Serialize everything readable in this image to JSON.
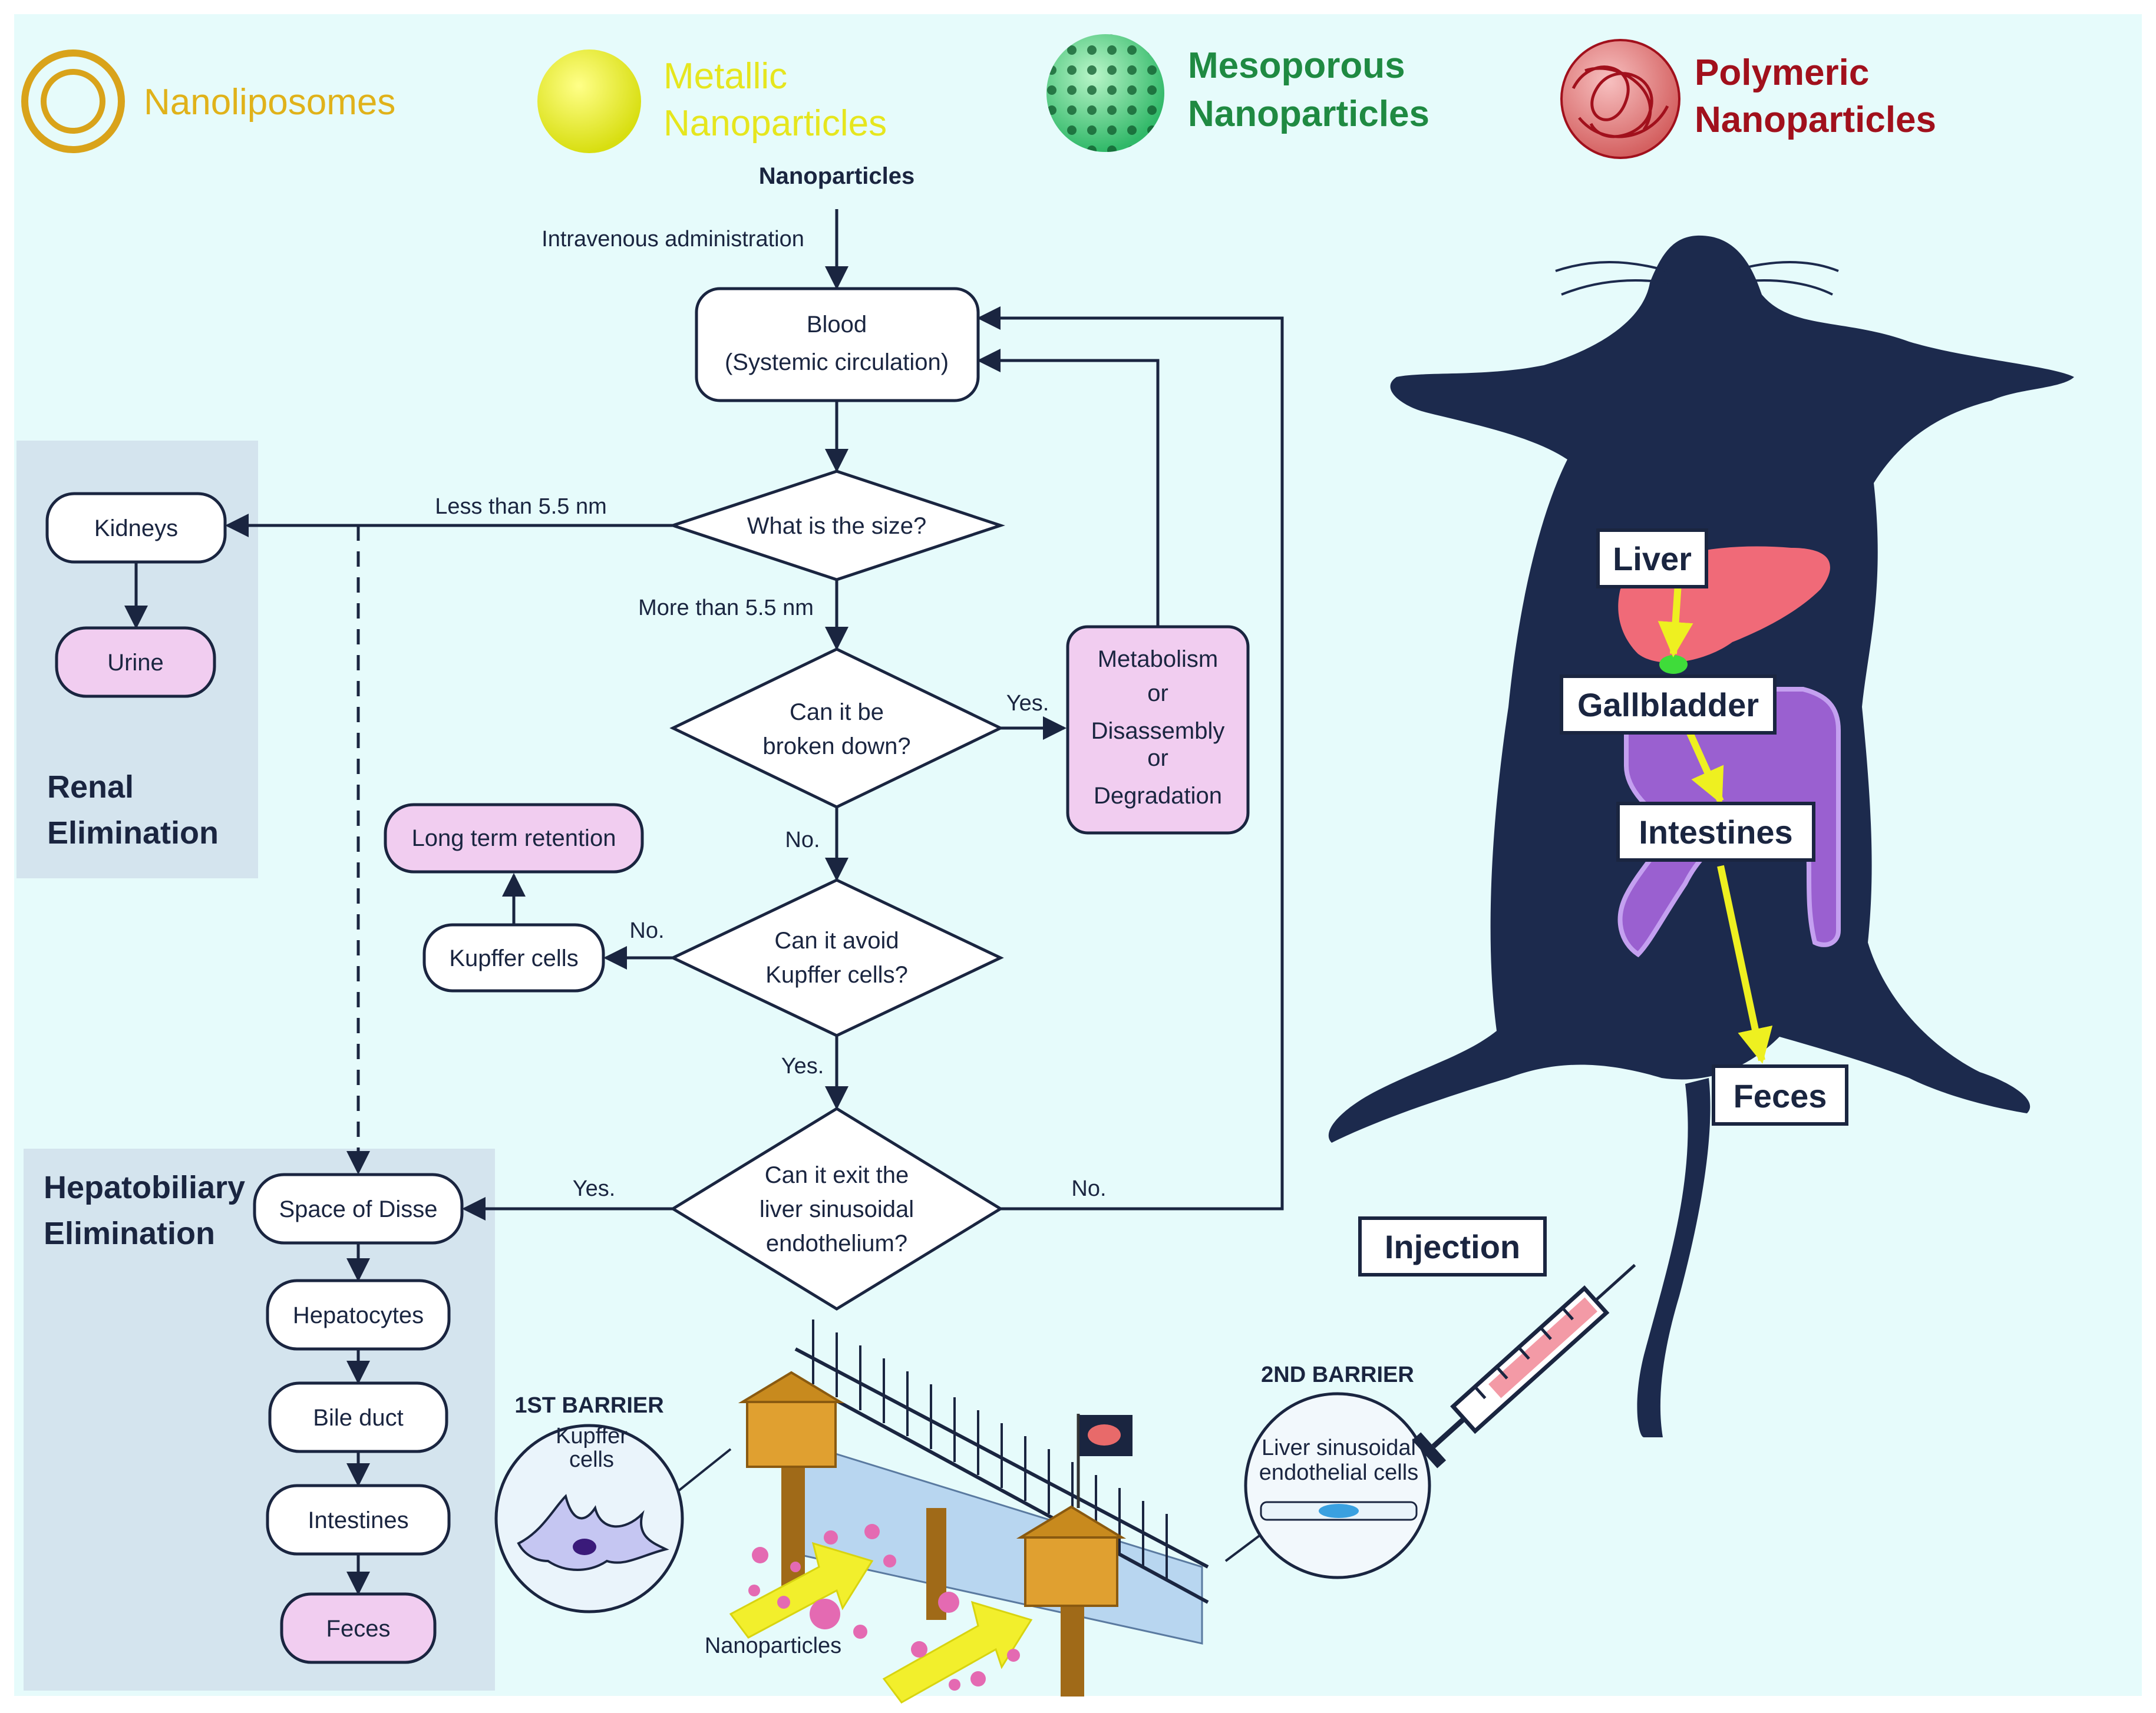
{
  "legend": {
    "nanoliposomes": {
      "label": "Nanoliposomes",
      "color": "#e0b21a"
    },
    "metallic": {
      "line1": "Metallic",
      "line2": "Nanoparticles",
      "color": "#e6e61e"
    },
    "mesoporous": {
      "line1": "Mesoporous",
      "line2": "Nanoparticles",
      "color": "#1f8a42"
    },
    "polymeric": {
      "line1": "Polymeric",
      "line2": "Nanoparticles",
      "color": "#a1101c"
    }
  },
  "flow": {
    "top_label": "Nanoparticles",
    "iv_label": "Intravenous administration",
    "blood_line1": "Blood",
    "blood_line2": "(Systemic circulation)",
    "size_question": "What is the size?",
    "less_label": "Less than 5.5 nm",
    "more_label": "More than 5.5 nm",
    "breakdown_line1": "Can it be",
    "breakdown_line2": "broken down?",
    "yes1": "Yes.",
    "no1": "No.",
    "metabolism": "Metabolism",
    "or1": "or",
    "disassembly": "Disassembly",
    "or2": "or",
    "degradation": "Degradation",
    "kupffer_q_line1": "Can it avoid",
    "kupffer_q_line2": "Kupffer cells?",
    "no2": "No.",
    "kupffer_cells": "Kupffer cells",
    "long_term": "Long term retention",
    "yes2": "Yes.",
    "exit_line1": "Can it exit the",
    "exit_line2": "liver sinusoidal",
    "exit_line3": "endothelium?",
    "yes3": "Yes.",
    "no3": "No."
  },
  "renal": {
    "title_line1": "Renal",
    "title_line2": "Elimination",
    "kidneys": "Kidneys",
    "urine": "Urine"
  },
  "hepato": {
    "title_line1": "Hepatobiliary",
    "title_line2": "Elimination",
    "steps": [
      "Space of Disse",
      "Hepatocytes",
      "Bile duct",
      "Intestines",
      "Feces"
    ]
  },
  "barrier": {
    "first_title": "1ST BARRIER",
    "first_cells_line1": "Kupffer",
    "first_cells_line2": "cells",
    "second_title": "2ND BARRIER",
    "second_cells_line1": "Liver sinusoidal",
    "second_cells_line2": "endothelial cells",
    "nanoparticles": "Nanoparticles"
  },
  "mouse": {
    "liver": "Liver",
    "gallbladder": "Gallbladder",
    "intestines": "Intestines",
    "feces": "Feces",
    "injection": "Injection"
  }
}
